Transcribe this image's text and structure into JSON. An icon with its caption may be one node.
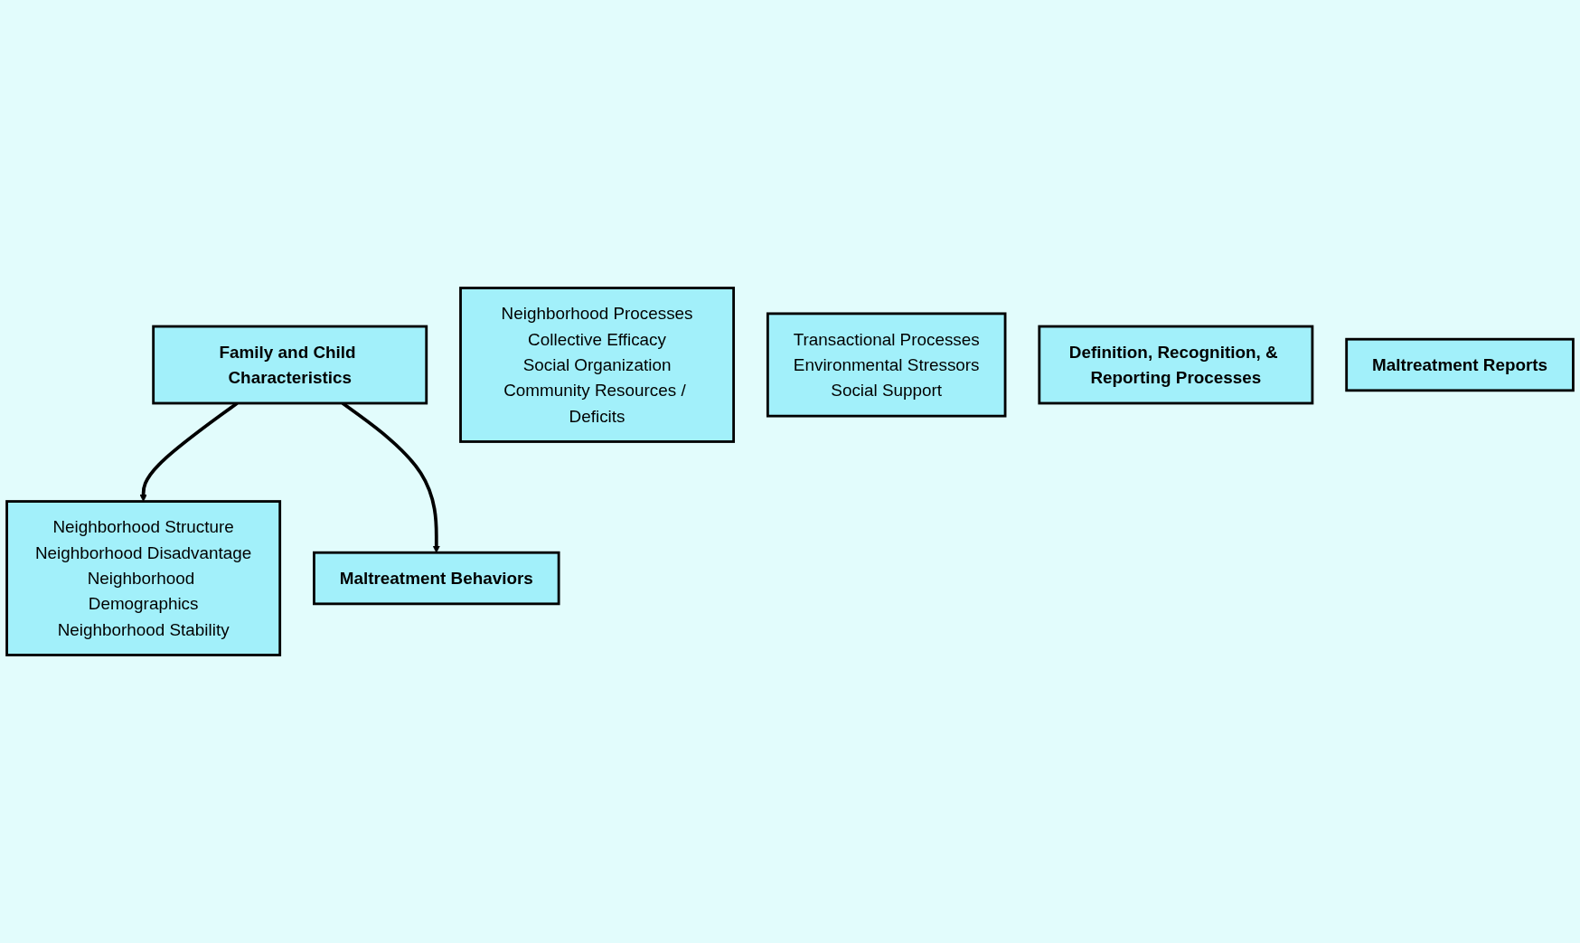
{
  "diagram": {
    "nodes": [
      {
        "text": [
          "Family and Child Characteristics"
        ]
      },
      {
        "text": [
          "Neighborhood Structure",
          "Neighborhood Disadvantage",
          "Neighborhood Demographics",
          "Neighborhood Stability"
        ]
      },
      {
        "text": [
          "Neighborhood Processes",
          "Collective Efficacy",
          "Social Organization",
          "Community Resources / Deficits"
        ]
      },
      {
        "text": [
          "Transactional Processes",
          "Environmental Stressors",
          "Social Support"
        ]
      },
      {
        "text": [
          "Definition, Recognition, & Reporting Processes"
        ]
      },
      {
        "text": [
          "Maltreatment Behaviors"
        ]
      },
      {
        "text": [
          "Maltreatment Reports"
        ]
      }
    ],
    "edges": [
      {
        "from": 0,
        "to": 1,
        "arrow": "to"
      },
      {
        "from": 0,
        "to": 5,
        "arrow": "to"
      }
    ]
  }
}
